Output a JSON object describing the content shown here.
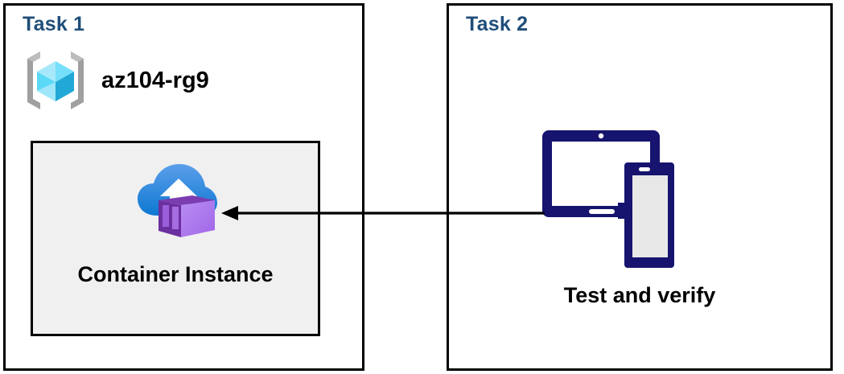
{
  "diagram": {
    "title": "Azure Container Instance task diagram",
    "colors": {
      "panel_border": "#000000",
      "task_heading": "#1F4E79",
      "inner_box_fill": "#F0F0F0",
      "arrow": "#000000",
      "device_navy": "#16146E",
      "device_screen": "#E8E8E8",
      "cube_cyan_light": "#9BE7FB",
      "cube_cyan_mid": "#32D3F5",
      "cube_cyan_dark": "#1FA8D0",
      "bracket_gray": "#A0A0A0",
      "cloud_blue_top": "#4E9BE8",
      "cloud_blue_bottom": "#0F7CD4",
      "container_purple_light": "#B07BEE",
      "container_purple_dark": "#6B2FA0"
    }
  },
  "task1": {
    "heading": "Task 1",
    "resource_group": {
      "icon": "azure-resource-group-icon",
      "label": "az104-rg9"
    },
    "container_instance": {
      "icon": "azure-container-instance-icon",
      "label": "Container Instance"
    }
  },
  "task2": {
    "heading": "Task 2",
    "devices": {
      "icon": "tablet-and-phone-devices-icon",
      "label": "Test and verify"
    }
  },
  "connection": {
    "icon": "left-arrow-icon",
    "direction": "right-to-left",
    "from": "Test and verify",
    "to": "Container Instance"
  }
}
